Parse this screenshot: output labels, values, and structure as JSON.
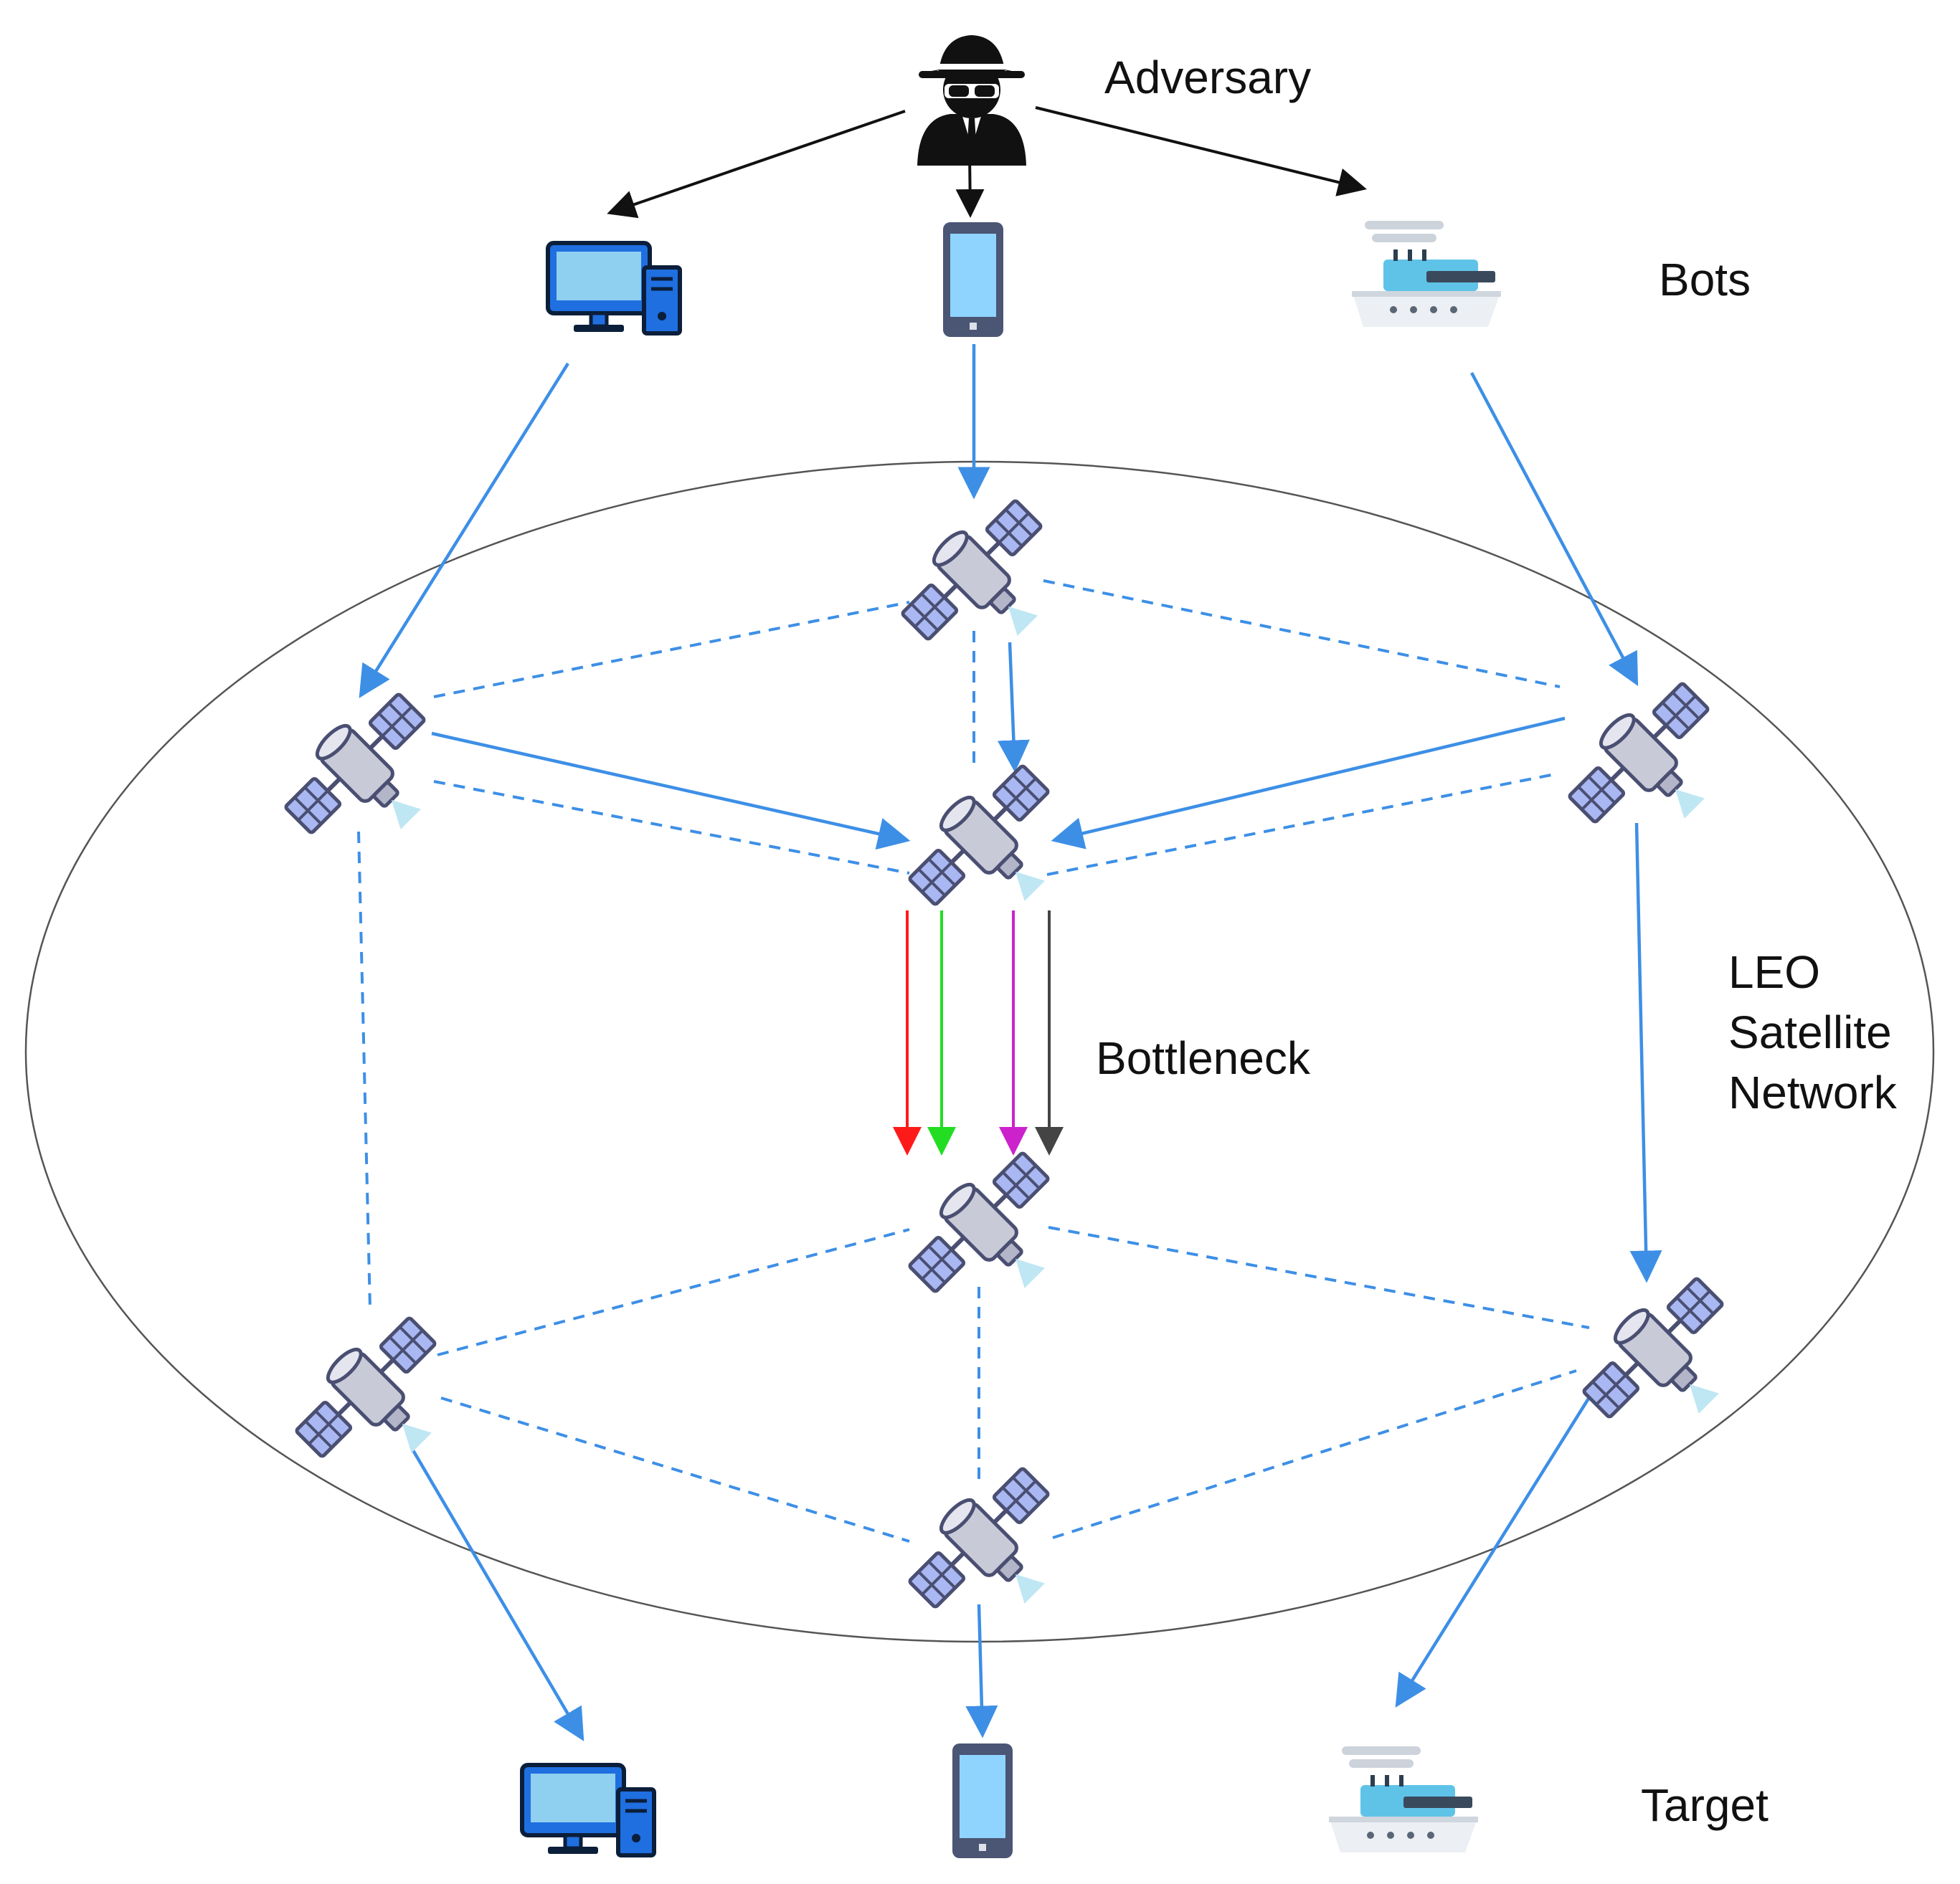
{
  "labels": {
    "adversary": "Adversary",
    "bots": "Bots",
    "bottleneck": "Bottleneck",
    "network_line1": "LEO",
    "network_line2": "Satellite",
    "network_line3": "Network",
    "target": "Target"
  },
  "colors": {
    "background": "#ffffff",
    "link_blue": "#3d8fe6",
    "ellipse": "#555555",
    "adversary_arrow": "#111111",
    "bottleneck_flows": [
      "#ff1a1a",
      "#22dd22",
      "#cc22cc",
      "#444444"
    ]
  },
  "icons": {
    "adversary": "spy-icon",
    "bot_devices": [
      "desktop-computer-icon",
      "smartphone-icon",
      "ship-icon"
    ],
    "target_devices": [
      "desktop-computer-icon",
      "smartphone-icon",
      "ship-icon"
    ],
    "satellite": "satellite-icon"
  }
}
